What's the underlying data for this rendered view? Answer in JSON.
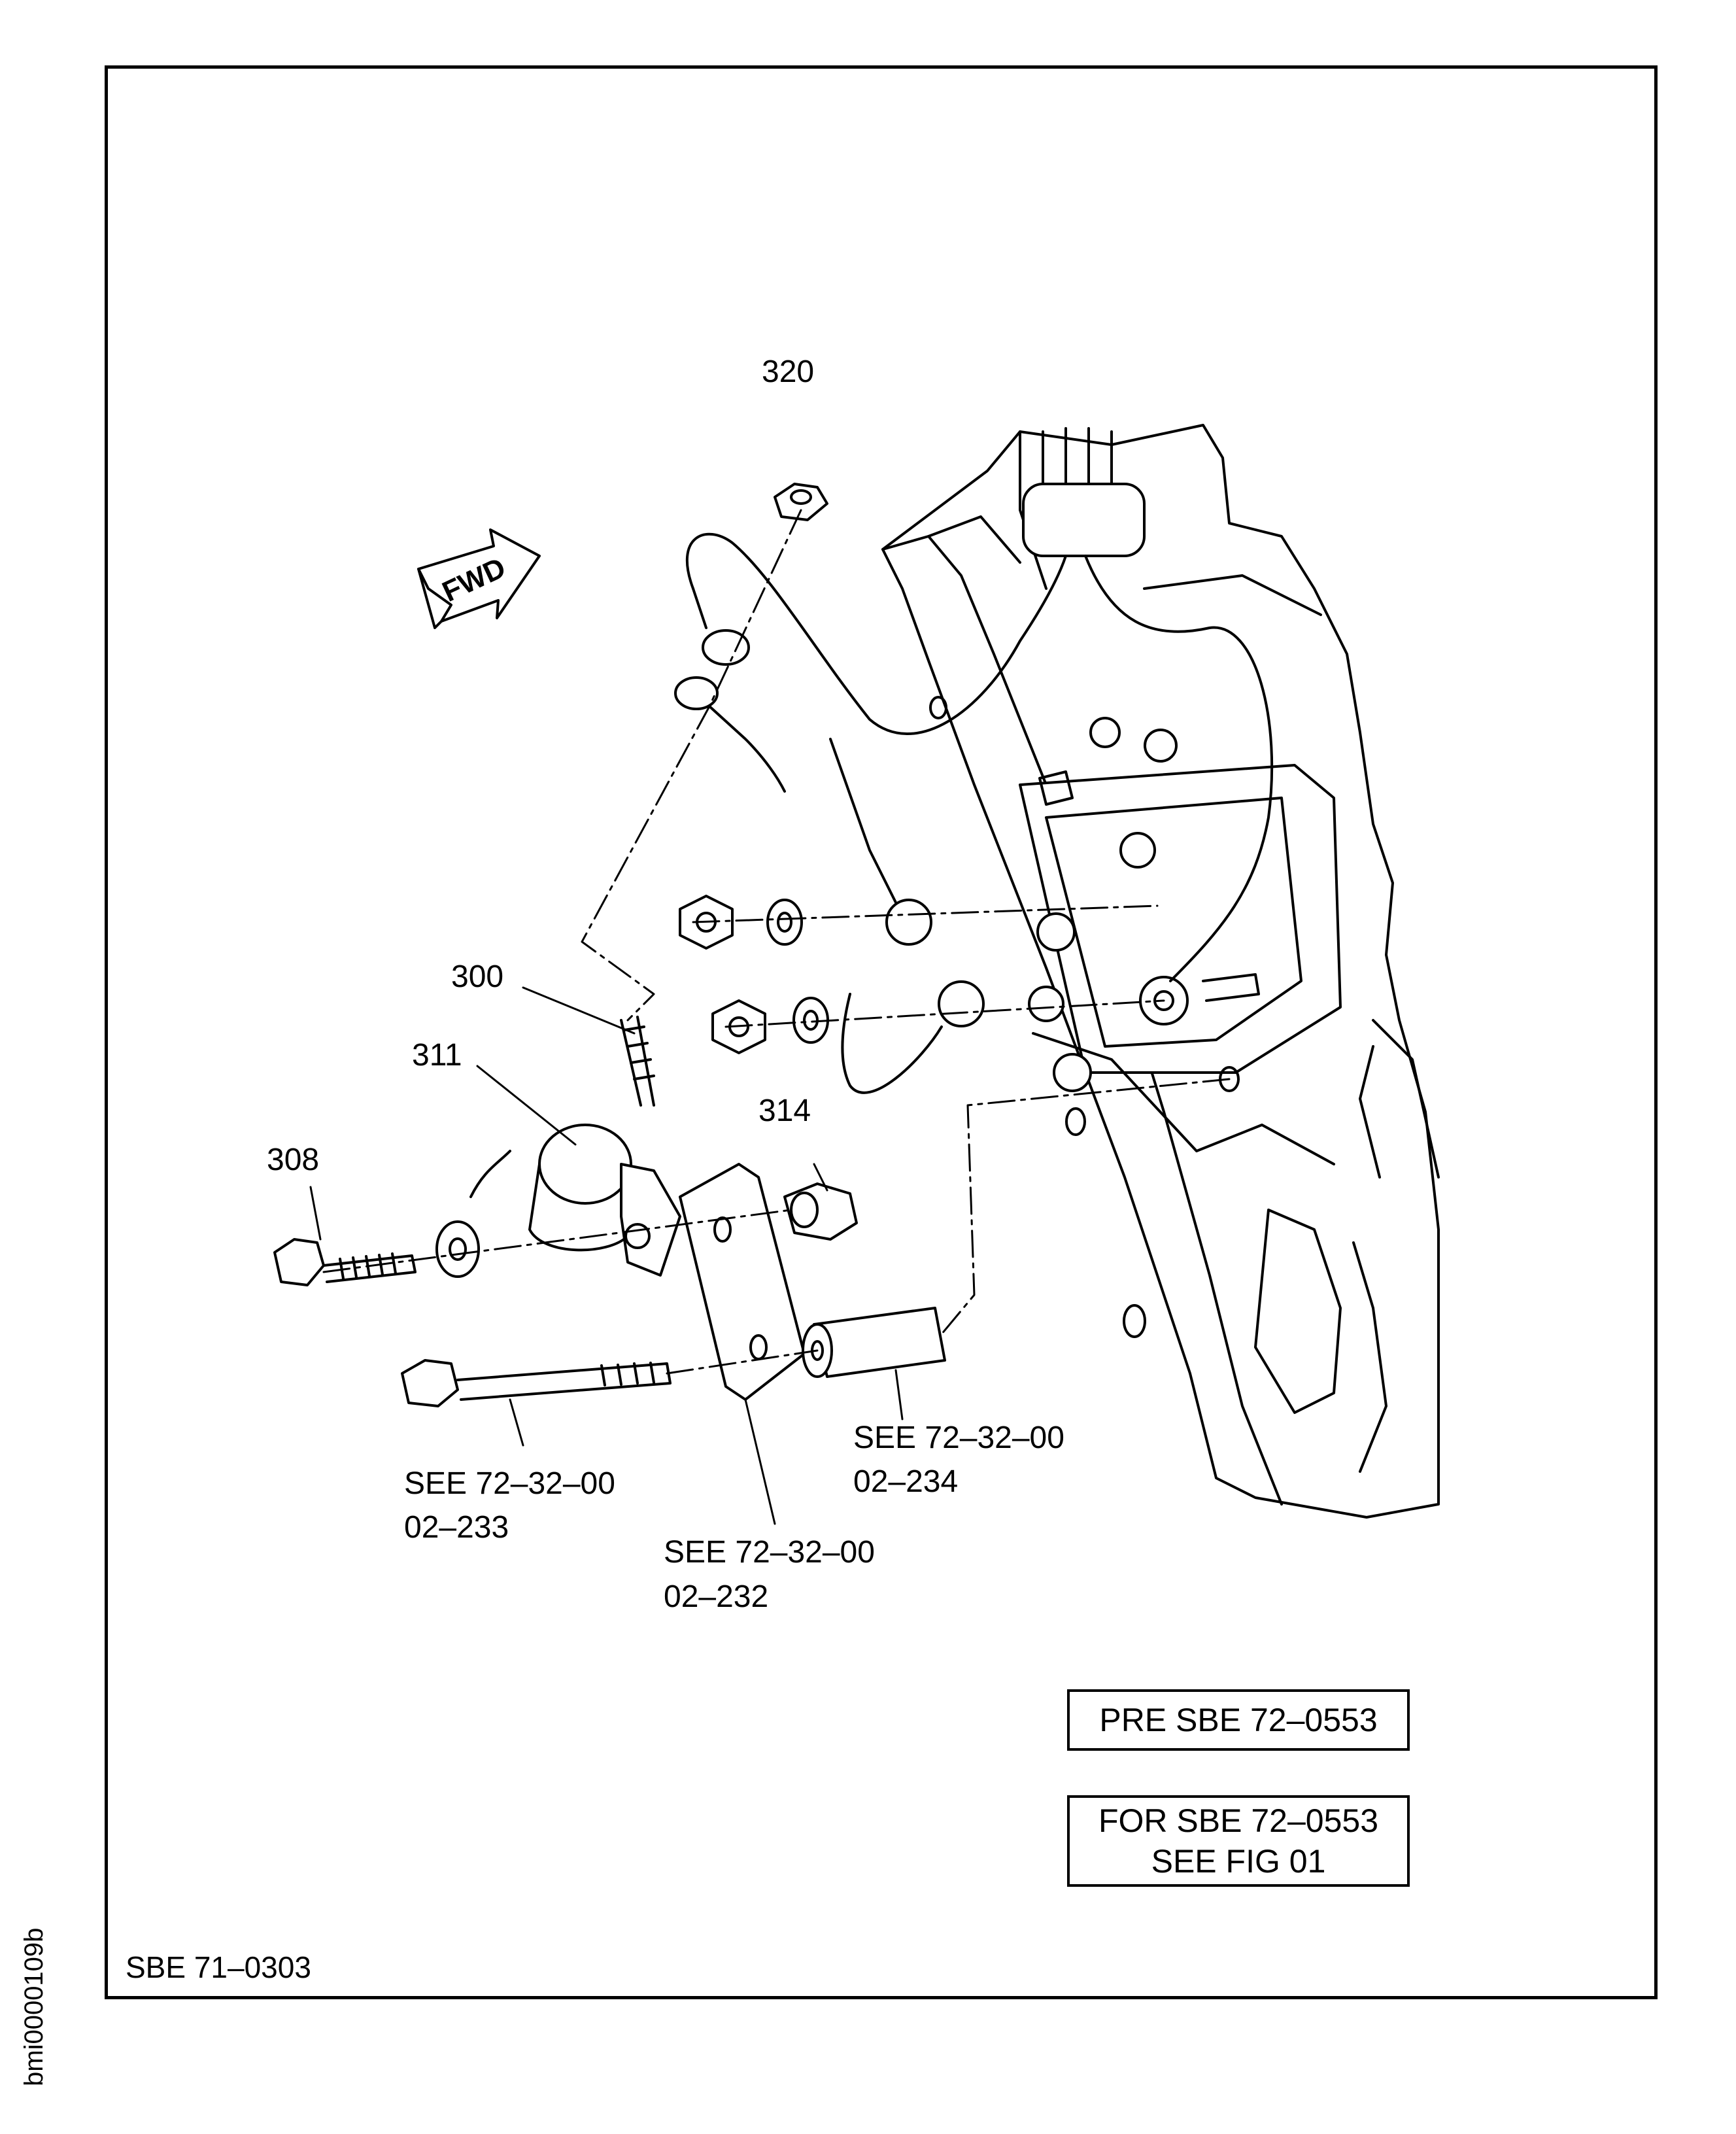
{
  "callouts": {
    "p320": "320",
    "p300": "300",
    "p311": "311",
    "p308": "308",
    "p314": "314"
  },
  "fwd_arrow": "FWD",
  "references": {
    "ref_233": [
      "SEE 72–32–00",
      "02–233"
    ],
    "ref_232": [
      "SEE 72–32–00",
      "02–232"
    ],
    "ref_234": [
      "SEE 72–32–00",
      "02–234"
    ]
  },
  "notes": {
    "pre_sbe": "PRE SBE 72–0553",
    "for_sbe": [
      "FOR SBE 72–0553",
      "SEE FIG 01"
    ]
  },
  "footer_sbe": "SBE 71–0303",
  "sheet_id": "bmi0000109b"
}
